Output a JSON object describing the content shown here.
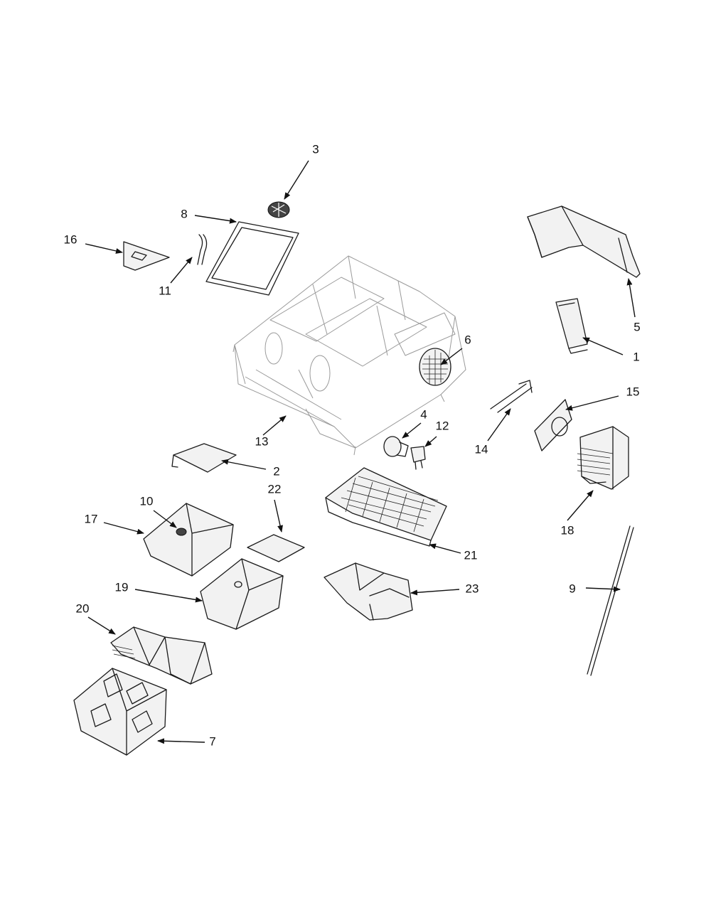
{
  "callouts": {
    "c1": "1",
    "c2": "2",
    "c3": "3",
    "c4": "4",
    "c5": "5",
    "c6": "6",
    "c7": "7",
    "c8": "8",
    "c9": "9",
    "c10": "10",
    "c11": "11",
    "c12": "12",
    "c13": "13",
    "c14": "14",
    "c15": "15",
    "c16": "16",
    "c17": "17",
    "c18": "18",
    "c19": "19",
    "c20": "20",
    "c21": "21",
    "c22": "22",
    "c23": "23"
  },
  "colors": {
    "line": "#1a1a1a",
    "ghost_line": "#9a9a9a",
    "background": "#ffffff"
  }
}
